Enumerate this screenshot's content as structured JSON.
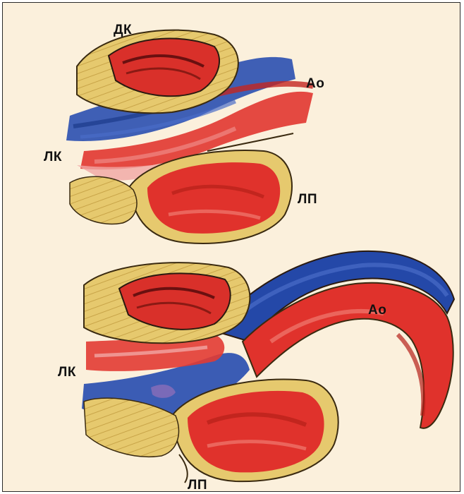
{
  "top": {
    "labels": {
      "right_ventricle": "ДК",
      "aorta": "Ао",
      "left_ventricle": "ЛК",
      "left_atrium": "ЛП"
    }
  },
  "bottom": {
    "labels": {
      "aorta": "Ао",
      "left_ventricle": "ЛК",
      "left_atrium": "ЛП"
    }
  },
  "colors": {
    "background": "#fbf0dc",
    "muscle": "#e3c56a",
    "muscle_dark": "#c9a84a",
    "arterial_red": "#e0322c",
    "venous_blue": "#2448a8",
    "outline": "#3a2a10"
  }
}
